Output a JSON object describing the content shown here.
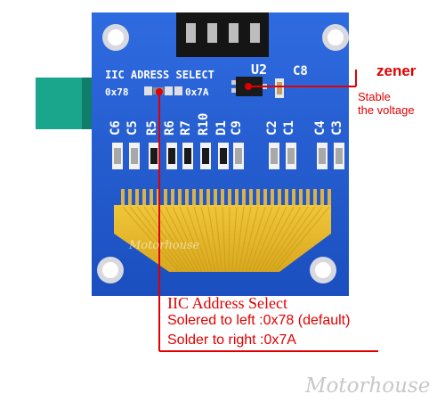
{
  "board": {
    "iic_title": "IIC ADRESS SELECT",
    "addr_left": "0x78",
    "addr_right": "0x7A",
    "u2_label": "U2",
    "c8_label": "C8",
    "components": [
      "C6",
      "C5",
      "R5",
      "R6",
      "R7",
      "R10",
      "D1",
      "C9",
      "C2",
      "C1",
      "C4",
      "C3"
    ],
    "flex_watermark": "Motorhouse"
  },
  "annotations": {
    "zener_label": "zener",
    "stable_line1": "Stable",
    "stable_line2": "the voltage",
    "iic_heading": "IIC  Address Select",
    "solder_left": "Solered to left  :0x78 (default)",
    "solder_right": "Solder to right  :0x7A"
  },
  "watermark": "Motorhouse",
  "colors": {
    "pcb_blue": "#1f56c8",
    "flex_yellow": "#e7bd2c",
    "tab_teal": "#1aa58d",
    "annotation_red": "#e00000"
  }
}
